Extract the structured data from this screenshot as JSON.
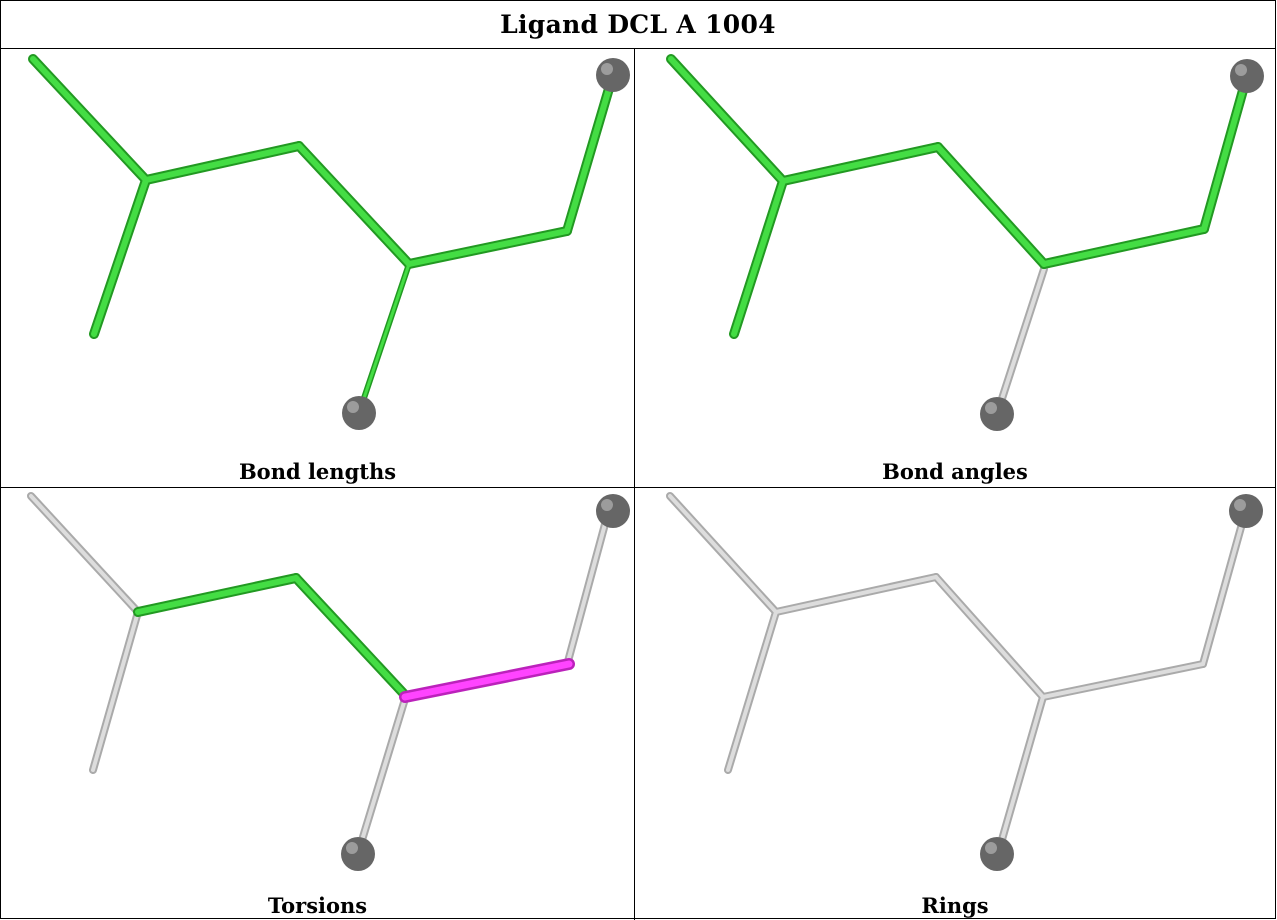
{
  "header": {
    "title": "Ligand DCL A 1004"
  },
  "panels": [
    {
      "id": "bond-lengths",
      "caption": "Bond lengths"
    },
    {
      "id": "bond-angles",
      "caption": "Bond angles"
    },
    {
      "id": "torsions",
      "caption": "Torsions"
    },
    {
      "id": "rings",
      "caption": "Rings"
    }
  ],
  "colors": {
    "ok": "#33cc33",
    "outlier": "#ee33ee",
    "neutral": "#cccccc",
    "atom": "#777777"
  }
}
